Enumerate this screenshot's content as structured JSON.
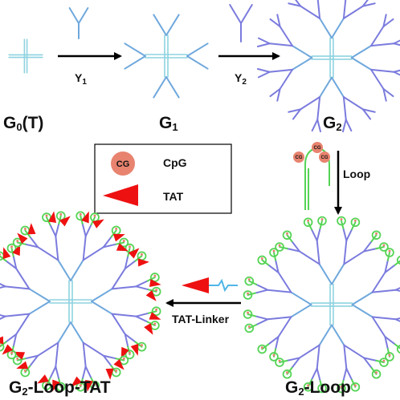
{
  "colors": {
    "core": "#8ed3e0",
    "y1": "#6fa8dc",
    "y2": "#7b7bde",
    "loop": "#55d455",
    "cpg_fill": "#e8836f",
    "tat": "#ee1111",
    "linker": "#4fb6e6",
    "arrow": "#000000"
  },
  "stages": {
    "g0_label": "G",
    "g0_sub": "0",
    "g0_suffix": "(T)",
    "g1_label": "G",
    "g1_sub": "1",
    "g2_label": "G",
    "g2_sub": "2",
    "g2_loop_label": "G",
    "g2_loop_sub": "2",
    "g2_loop_suffix": "-Loop",
    "g2_loop_tat_label": "G",
    "g2_loop_tat_sub": "2",
    "g2_loop_tat_suffix": "-Loop-TAT"
  },
  "arrows": {
    "y1_label": "Y",
    "y1_sub": "1",
    "y2_label": "Y",
    "y2_sub": "2",
    "loop_label": "Loop",
    "tat_linker_label": "TAT-Linker"
  },
  "legend": {
    "cpg_symbol": "CG",
    "cpg_label": "CpG",
    "tat_label": "TAT"
  }
}
